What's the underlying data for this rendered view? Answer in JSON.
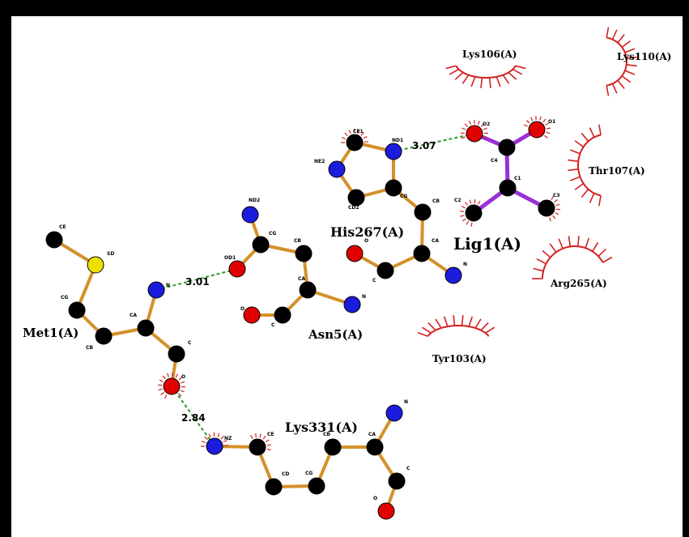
{
  "colors": {
    "bond": "#d4902a",
    "ligand_bond": "#9a30d6",
    "carbon": "#000000",
    "nitrogen": "#1c1cdc",
    "oxygen": "#e00000",
    "sulfur": "#f0e000",
    "hbond": "#2a9a2a",
    "hydrophobic": "#d42020",
    "residue_label": "#2a8a2a",
    "ligand_label": "#2020e0",
    "contact_label": "#000000"
  },
  "residues": {
    "his267": "His267(A)",
    "asn5": "Asn5(A)",
    "met1": "Met1(A)",
    "lys331": "Lys331(A)",
    "ligand": "Lig1(A)"
  },
  "hydrophobic_contacts": {
    "lys106": "Lys106(A)",
    "lys110": "Lys110(A)",
    "thr107": "Thr107(A)",
    "arg265": "Arg265(A)",
    "tyr103": "Tyr103(A)"
  },
  "hbonds": {
    "his_lig": "3.07",
    "met_asn": "3.01",
    "met_lys": "2.84"
  },
  "atom_labels": {
    "his_ce1": "CE1",
    "his_nd1": "ND1",
    "his_ne2": "NE2",
    "his_cg": "CG",
    "his_cd2": "CD2",
    "his_cb": "CB",
    "his_ca": "CA",
    "his_o": "O",
    "his_c": "C",
    "his_n": "N",
    "lig_o2": "O2",
    "lig_o1": "O1",
    "lig_c4": "C4",
    "lig_c1": "C1",
    "lig_c2": "C2",
    "lig_c3": "C3",
    "asn_nd2": "ND2",
    "asn_cg": "CG",
    "asn_od1": "OD1",
    "asn_cb": "CB",
    "asn_ca": "CA",
    "asn_n": "N",
    "asn_o": "O",
    "asn_c": "C",
    "met_ce": "CE",
    "met_sd": "SD",
    "met_cg": "CG",
    "met_cb": "CB",
    "met_ca": "CA",
    "met_n": "N",
    "met_c": "C",
    "met_o": "O",
    "lys_nz": "NZ",
    "lys_ce": "CE",
    "lys_cd": "CD",
    "lys_cg": "CG",
    "lys_cb": "CB",
    "lys_ca": "CA",
    "lys_n": "N",
    "lys_c": "C",
    "lys_o": "O"
  }
}
